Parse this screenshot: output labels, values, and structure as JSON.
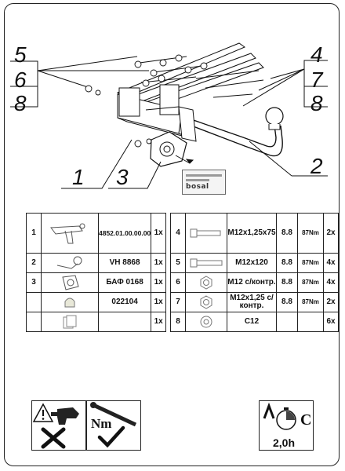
{
  "callouts": {
    "c5": "5",
    "c6": "6",
    "c8_left": "8",
    "c4": "4",
    "c7": "7",
    "c8_right": "8",
    "c1": "1",
    "c3": "3",
    "c2": "2"
  },
  "logo_text": "bosal",
  "parts_left": [
    {
      "num": "1",
      "code": "4852.01.00.00.00",
      "qty": "1x",
      "icon": "towbar-frame-icon"
    },
    {
      "num": "2",
      "code": "VH 8868",
      "qty": "1x",
      "icon": "towball-icon"
    },
    {
      "num": "3",
      "code": "БАФ 0168",
      "qty": "1x",
      "icon": "socket-plate-icon"
    },
    {
      "num": "",
      "code": "022104",
      "qty": "1x",
      "icon": "ball-cap-icon"
    },
    {
      "num": "",
      "code": "",
      "qty": "1x",
      "icon": "documents-icon"
    }
  ],
  "parts_right": [
    {
      "num": "4",
      "desc": "M12x1,25x75",
      "grade": "8.8",
      "torque": "87Nm",
      "qty": "2x",
      "icon": "bolt-icon"
    },
    {
      "num": "5",
      "desc": "M12x120",
      "grade": "8.8",
      "torque": "87Nm",
      "qty": "4x",
      "icon": "long-bolt-icon"
    },
    {
      "num": "6",
      "desc": "M12 с/контр.",
      "grade": "8.8",
      "torque": "87Nm",
      "qty": "4x",
      "icon": "lock-nut-icon"
    },
    {
      "num": "7",
      "desc": "M12x1,25 с/контр.",
      "grade": "8.8",
      "torque": "87Nm",
      "qty": "2x",
      "icon": "lock-nut-icon"
    },
    {
      "num": "8",
      "desc": "C12",
      "grade": "",
      "torque": "",
      "qty": "6x",
      "icon": "washer-icon"
    }
  ],
  "torque_icon": {
    "label": "Nm"
  },
  "time_icon": {
    "unit": "C",
    "duration": "2,0h"
  }
}
